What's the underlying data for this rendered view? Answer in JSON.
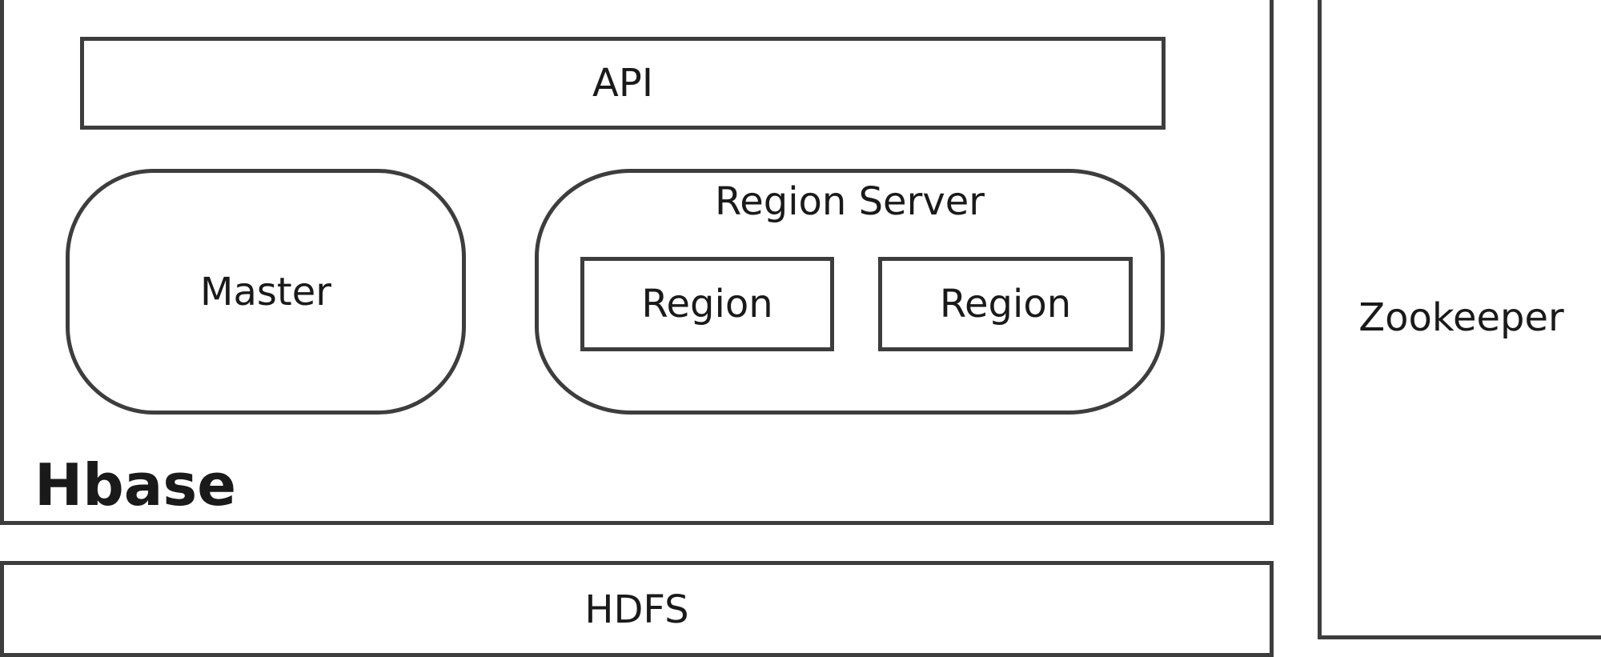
{
  "diagram": {
    "hbase": {
      "label": "Hbase"
    },
    "api": {
      "label": "API"
    },
    "master": {
      "label": "Master"
    },
    "region_server": {
      "label": "Region Server",
      "regions": [
        {
          "label": "Region"
        },
        {
          "label": "Region"
        }
      ]
    },
    "hdfs": {
      "label": "HDFS"
    },
    "zookeeper": {
      "label": "Zookeeper"
    }
  }
}
